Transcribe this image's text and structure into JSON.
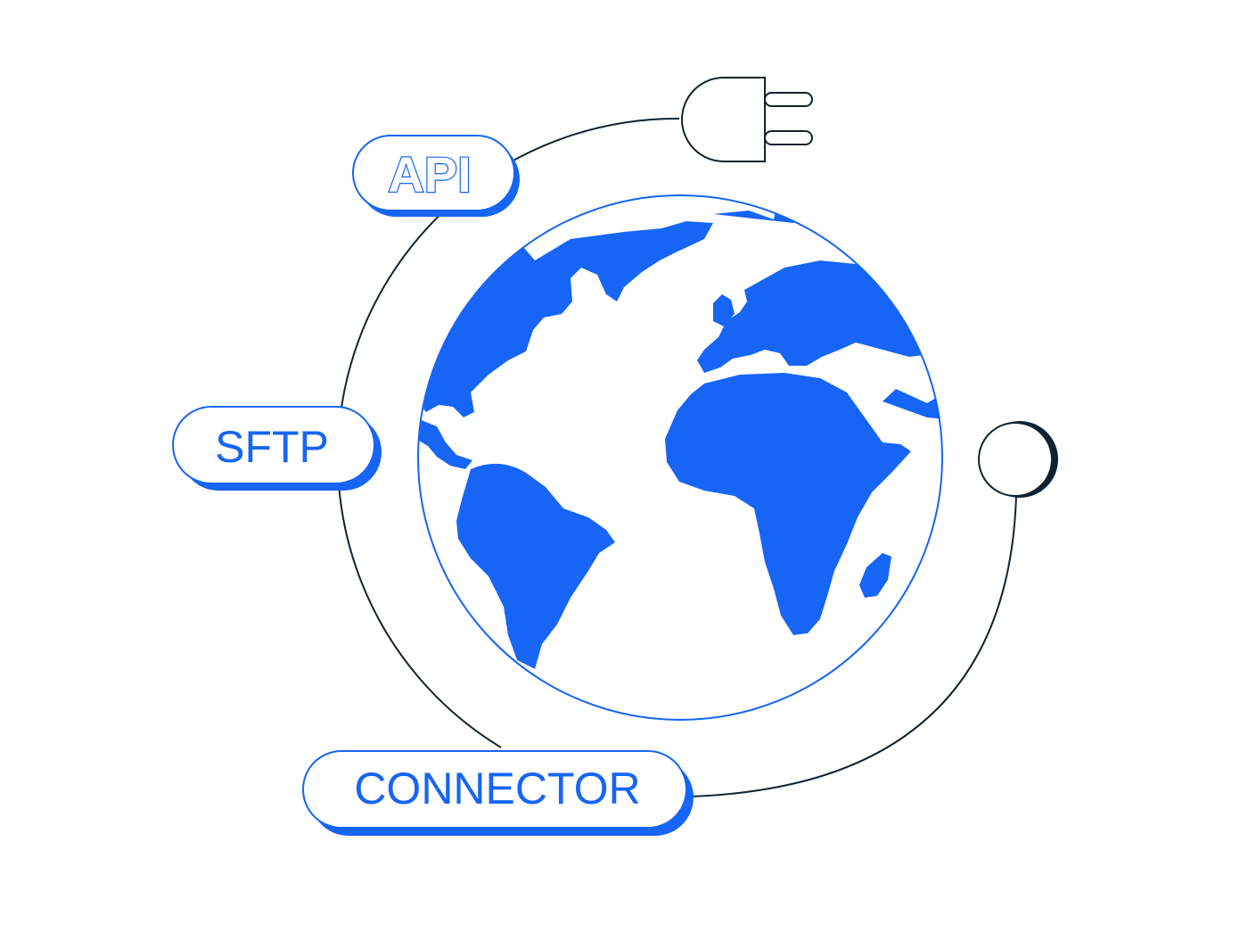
{
  "diagram": {
    "labels": {
      "api": "API",
      "sftp": "SFTP",
      "connector": "CONNECTOR"
    },
    "icons": {
      "globe": "globe-icon",
      "plug": "plug-icon",
      "socket": "socket-ring-icon"
    },
    "colors": {
      "accent": "#1665f5",
      "line": "#13222e",
      "background": "#ffffff"
    }
  }
}
